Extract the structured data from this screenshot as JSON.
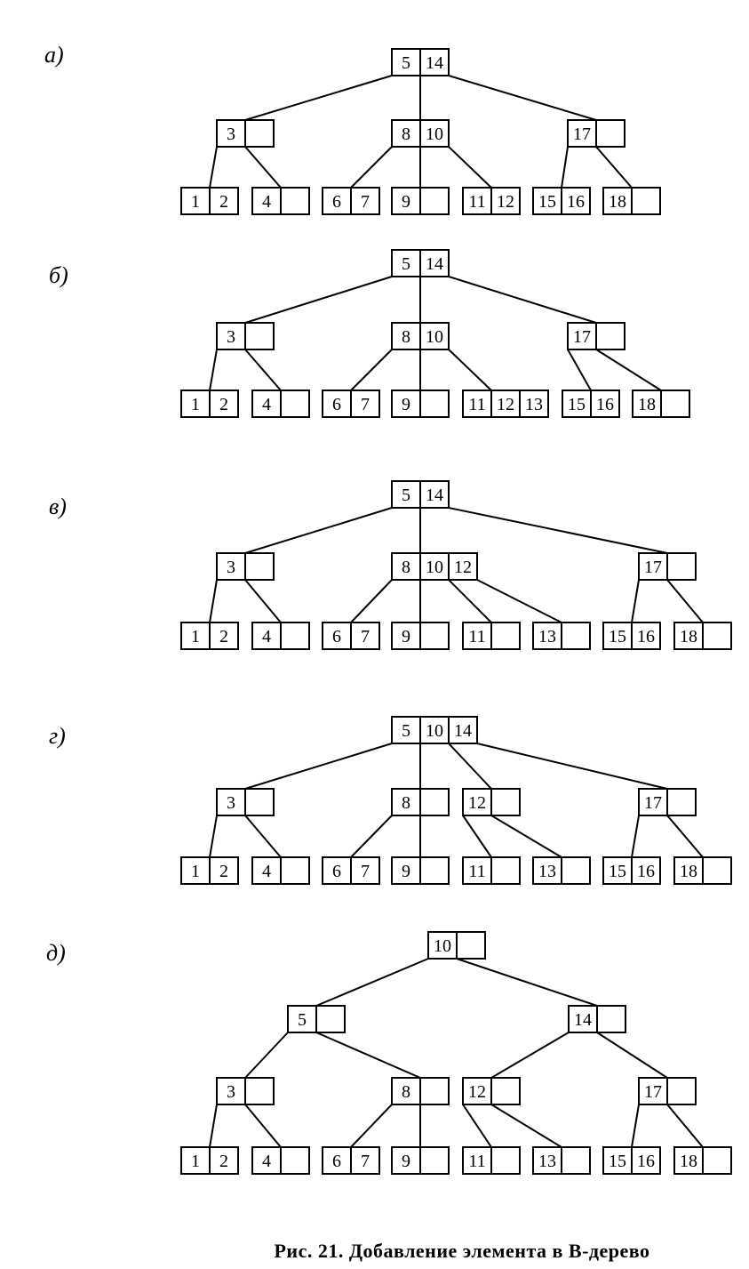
{
  "caption": "Рис. 21. Добавление элемента в B-дерево",
  "panels": [
    {
      "label": "а)",
      "nodes": [
        {
          "id": "r",
          "keys": [
            "5",
            "14"
          ],
          "slots": 2
        },
        {
          "id": "a",
          "keys": [
            "3"
          ],
          "slots": 2
        },
        {
          "id": "b",
          "keys": [
            "8",
            "10"
          ],
          "slots": 2
        },
        {
          "id": "c",
          "keys": [
            "17"
          ],
          "slots": 2
        },
        {
          "id": "l1",
          "keys": [
            "1",
            "2"
          ],
          "slots": 2
        },
        {
          "id": "l2",
          "keys": [
            "4"
          ],
          "slots": 2
        },
        {
          "id": "l3",
          "keys": [
            "6",
            "7"
          ],
          "slots": 2
        },
        {
          "id": "l4",
          "keys": [
            "9"
          ],
          "slots": 2
        },
        {
          "id": "l5",
          "keys": [
            "11",
            "12"
          ],
          "slots": 2
        },
        {
          "id": "l6",
          "keys": [
            "15",
            "16"
          ],
          "slots": 2
        },
        {
          "id": "l7",
          "keys": [
            "18"
          ],
          "slots": 2
        }
      ]
    },
    {
      "label": "б)",
      "nodes": [
        {
          "id": "r",
          "keys": [
            "5",
            "14"
          ],
          "slots": 2
        },
        {
          "id": "a",
          "keys": [
            "3"
          ],
          "slots": 2
        },
        {
          "id": "b",
          "keys": [
            "8",
            "10"
          ],
          "slots": 2
        },
        {
          "id": "c",
          "keys": [
            "17"
          ],
          "slots": 2
        },
        {
          "id": "l1",
          "keys": [
            "1",
            "2"
          ],
          "slots": 2
        },
        {
          "id": "l2",
          "keys": [
            "4"
          ],
          "slots": 2
        },
        {
          "id": "l3",
          "keys": [
            "6",
            "7"
          ],
          "slots": 2
        },
        {
          "id": "l4",
          "keys": [
            "9"
          ],
          "slots": 2
        },
        {
          "id": "l5",
          "keys": [
            "11",
            "12",
            "13"
          ],
          "slots": 3
        },
        {
          "id": "l6",
          "keys": [
            "15",
            "16"
          ],
          "slots": 2
        },
        {
          "id": "l7",
          "keys": [
            "18"
          ],
          "slots": 2
        }
      ]
    },
    {
      "label": "в)",
      "nodes": [
        {
          "id": "r",
          "keys": [
            "5",
            "14"
          ],
          "slots": 2
        },
        {
          "id": "a",
          "keys": [
            "3"
          ],
          "slots": 2
        },
        {
          "id": "b",
          "keys": [
            "8",
            "10",
            "12"
          ],
          "slots": 3
        },
        {
          "id": "c",
          "keys": [
            "17"
          ],
          "slots": 2
        },
        {
          "id": "l1",
          "keys": [
            "1",
            "2"
          ],
          "slots": 2
        },
        {
          "id": "l2",
          "keys": [
            "4"
          ],
          "slots": 2
        },
        {
          "id": "l3",
          "keys": [
            "6",
            "7"
          ],
          "slots": 2
        },
        {
          "id": "l4",
          "keys": [
            "9"
          ],
          "slots": 2
        },
        {
          "id": "l5",
          "keys": [
            "11"
          ],
          "slots": 2
        },
        {
          "id": "l6",
          "keys": [
            "13"
          ],
          "slots": 2
        },
        {
          "id": "l7",
          "keys": [
            "15",
            "16"
          ],
          "slots": 2
        },
        {
          "id": "l8",
          "keys": [
            "18"
          ],
          "slots": 2
        }
      ]
    },
    {
      "label": "г)",
      "nodes": [
        {
          "id": "r",
          "keys": [
            "5",
            "10",
            "14"
          ],
          "slots": 3
        },
        {
          "id": "a",
          "keys": [
            "3"
          ],
          "slots": 2
        },
        {
          "id": "b",
          "keys": [
            "8"
          ],
          "slots": 2
        },
        {
          "id": "d",
          "keys": [
            "12"
          ],
          "slots": 2
        },
        {
          "id": "c",
          "keys": [
            "17"
          ],
          "slots": 2
        },
        {
          "id": "l1",
          "keys": [
            "1",
            "2"
          ],
          "slots": 2
        },
        {
          "id": "l2",
          "keys": [
            "4"
          ],
          "slots": 2
        },
        {
          "id": "l3",
          "keys": [
            "6",
            "7"
          ],
          "slots": 2
        },
        {
          "id": "l4",
          "keys": [
            "9"
          ],
          "slots": 2
        },
        {
          "id": "l5",
          "keys": [
            "11"
          ],
          "slots": 2
        },
        {
          "id": "l6",
          "keys": [
            "13"
          ],
          "slots": 2
        },
        {
          "id": "l7",
          "keys": [
            "15",
            "16"
          ],
          "slots": 2
        },
        {
          "id": "l8",
          "keys": [
            "18"
          ],
          "slots": 2
        }
      ]
    },
    {
      "label": "д)",
      "nodes": [
        {
          "id": "top",
          "keys": [
            "10"
          ],
          "slots": 2
        },
        {
          "id": "r",
          "keys": [
            "5"
          ],
          "slots": 2
        },
        {
          "id": "s",
          "keys": [
            "14"
          ],
          "slots": 2
        },
        {
          "id": "a",
          "keys": [
            "3"
          ],
          "slots": 2
        },
        {
          "id": "b",
          "keys": [
            "8"
          ],
          "slots": 2
        },
        {
          "id": "d",
          "keys": [
            "12"
          ],
          "slots": 2
        },
        {
          "id": "c",
          "keys": [
            "17"
          ],
          "slots": 2
        },
        {
          "id": "l1",
          "keys": [
            "1",
            "2"
          ],
          "slots": 2
        },
        {
          "id": "l2",
          "keys": [
            "4"
          ],
          "slots": 2
        },
        {
          "id": "l3",
          "keys": [
            "6",
            "7"
          ],
          "slots": 2
        },
        {
          "id": "l4",
          "keys": [
            "9"
          ],
          "slots": 2
        },
        {
          "id": "l5",
          "keys": [
            "11"
          ],
          "slots": 2
        },
        {
          "id": "l6",
          "keys": [
            "13"
          ],
          "slots": 2
        },
        {
          "id": "l7",
          "keys": [
            "15",
            "16"
          ],
          "slots": 2
        },
        {
          "id": "l8",
          "keys": [
            "18"
          ],
          "slots": 2
        }
      ]
    }
  ]
}
